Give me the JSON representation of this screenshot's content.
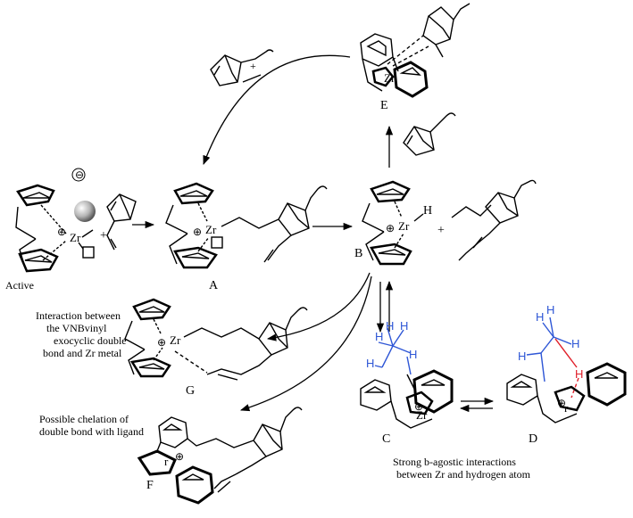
{
  "labels": {
    "active": "Active",
    "a": "A",
    "b": "B",
    "c": "C",
    "d": "D",
    "e": "E",
    "f": "F",
    "g": "G"
  },
  "atoms": {
    "zr": "Zr",
    "h": "H",
    "r": "r",
    "plus": "+",
    "oplus": "⊕",
    "ominus": "⊖"
  },
  "notes": {
    "g_line1": "Interaction between",
    "g_line2": "the VNBvinyl",
    "g_line3": "exocyclic double",
    "g_line4": "bond and  Zr metal",
    "f_line1": "Possible chelation of",
    "f_line2": "double bond with ligand",
    "agostic_line1": "Strong b-agostic interactions",
    "agostic_line2": "between Zr and hydrogen atom"
  },
  "colors": {
    "ink": "#000000",
    "blue": "#2f57d6",
    "red": "#e0202a",
    "sphere": "#9a9a9a"
  }
}
